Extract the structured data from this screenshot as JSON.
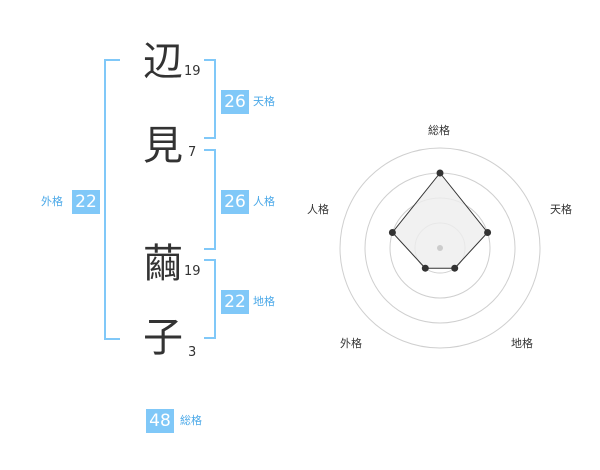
{
  "name": {
    "chars": [
      {
        "char": "辺",
        "strokes": "19"
      },
      {
        "char": "見",
        "strokes": "7"
      },
      {
        "char": "繭",
        "strokes": "19"
      },
      {
        "char": "子",
        "strokes": "3"
      }
    ]
  },
  "fortune": {
    "tenkaku": {
      "value": "26",
      "label": "天格"
    },
    "jinkaku": {
      "value": "26",
      "label": "人格"
    },
    "chikaku": {
      "value": "22",
      "label": "地格"
    },
    "gaikaku": {
      "value": "22",
      "label": "外格"
    },
    "soukaku": {
      "value": "48",
      "label": "総格"
    }
  },
  "radar": {
    "labels": {
      "soukaku": "総格",
      "tenkaku": "天格",
      "chikaku": "地格",
      "gaikaku": "外格",
      "jinkaku": "人格"
    },
    "levels": 4,
    "scores": {
      "soukaku": 3,
      "tenkaku": 2,
      "chikaku": 1,
      "gaikaku": 1,
      "jinkaku": 2
    }
  }
}
